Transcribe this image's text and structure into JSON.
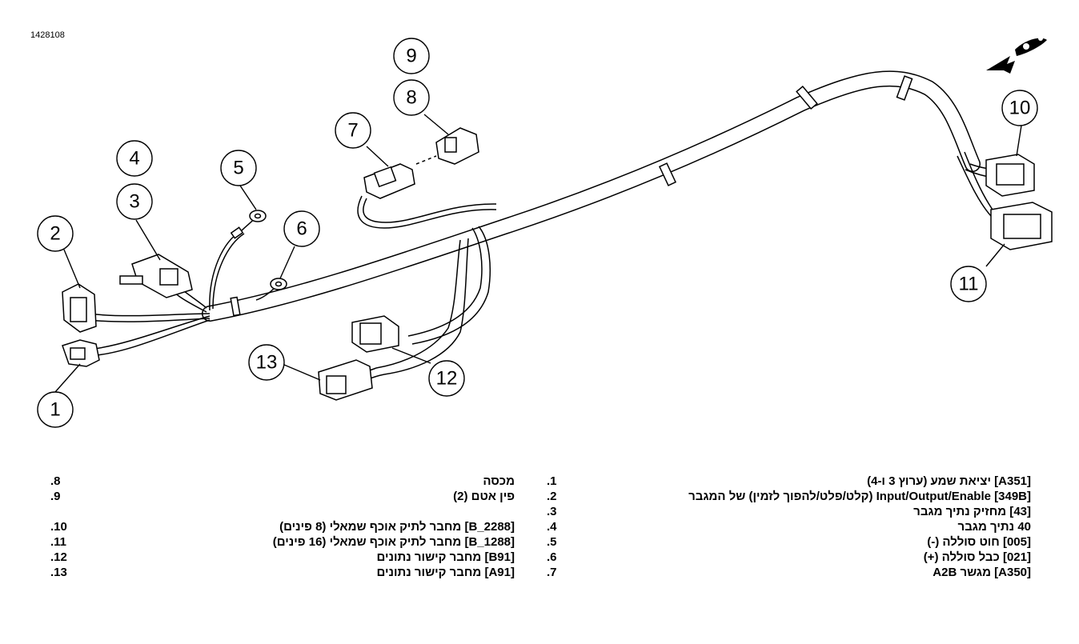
{
  "figure_id": "1428108",
  "callouts": [
    "1",
    "2",
    "3",
    "4",
    "5",
    "6",
    "7",
    "8",
    "9",
    "10",
    "11",
    "12",
    "13"
  ],
  "legend": {
    "right_column": [
      {
        "num": "1.",
        "text": "[A351] יציאת שמע (ערוץ 3 ו-4)"
      },
      {
        "num": "2.",
        "text": "[349B] Input/Output/Enable (קלט/פלט/להפוך לזמין) של המגבר"
      },
      {
        "num": "3.",
        "text": "[43] מחזיק נתיך מגבר"
      },
      {
        "num": "4.",
        "text": "40 נתיך מגבר"
      },
      {
        "num": "5.",
        "text": "[005] חוט סוללה (-)"
      },
      {
        "num": "6.",
        "text": "[021] כבל סוללה (+)"
      },
      {
        "num": "7.",
        "text": "[A350] מגשר A2B"
      }
    ],
    "left_column": [
      {
        "num": "8.",
        "text": "מכסה"
      },
      {
        "num": "9.",
        "text": "פין אטם (2)"
      },
      {
        "num": "10.",
        "text": "[B_2288] מחבר לתיק אוכף שמאלי (8 פינים)"
      },
      {
        "num": "11.",
        "text": "[B_1288] מחבר לתיק אוכף שמאלי (16 פינים)"
      },
      {
        "num": "12.",
        "text": "[B91] מחבר קישור נתונים"
      },
      {
        "num": "13.",
        "text": "[A91] מחבר קישור נתונים"
      }
    ]
  }
}
